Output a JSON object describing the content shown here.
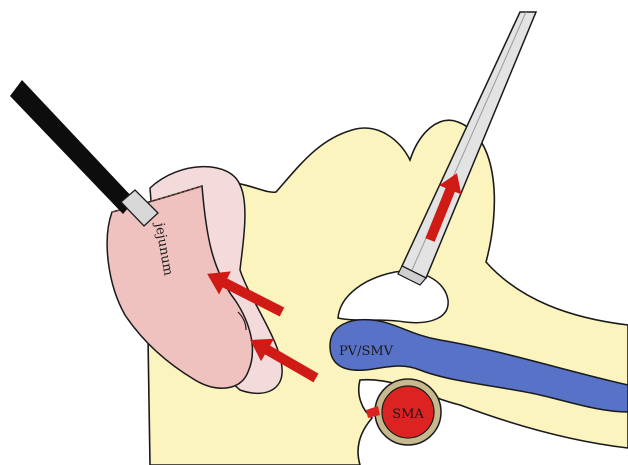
{
  "labels": {
    "jejunum": "jejunum",
    "pv_smv": "PV/SMV",
    "sma": "SMA"
  },
  "colors": {
    "pancreas": "#fbf4bf",
    "jejunum": "#efc2bf",
    "jejunum_fold": "#f3dadb",
    "vein": "#5872c8",
    "artery": "#dd2222",
    "artery_ring": "#c6b98d",
    "arrow": "#cf1a16",
    "instrument_black": "#0d0d0d",
    "instrument_gray": "#e3e3e3",
    "outline": "#1a1a1a"
  },
  "icons": {
    "left_instrument": "grasper-instrument-icon",
    "right_instrument": "dissector-instrument-icon"
  }
}
